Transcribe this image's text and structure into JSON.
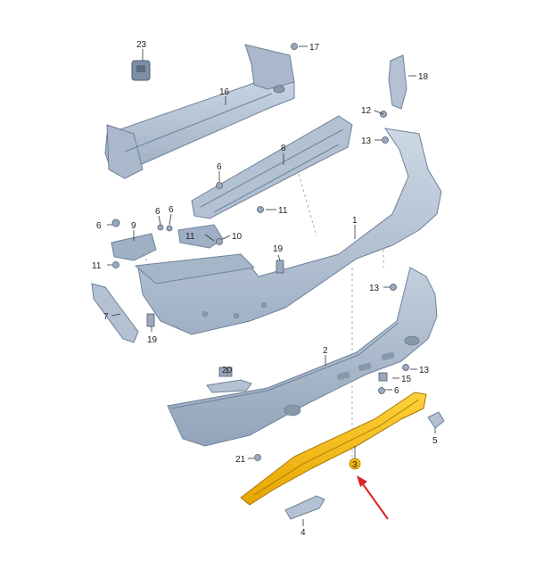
{
  "diagram": {
    "highlight_color": "#f2b705",
    "part_color": "#b9c6d6",
    "arrow_color": "#e02020",
    "callouts": {
      "c1": "1",
      "c2": "2",
      "c3": "3",
      "c4": "4",
      "c5": "5",
      "c6a": "6",
      "c6b": "6",
      "c6c": "6",
      "c6d": "6",
      "c7": "7",
      "c8": "8",
      "c9": "9",
      "c10": "10",
      "c11a": "11",
      "c11b": "11",
      "c11c": "11",
      "c12": "12",
      "c13a": "13",
      "c13b": "13",
      "c13c": "13",
      "c15": "15",
      "c16": "16",
      "c17": "17",
      "c18": "18",
      "c19a": "19",
      "c19b": "19",
      "c20": "20",
      "c21": "21",
      "c23": "23"
    }
  }
}
